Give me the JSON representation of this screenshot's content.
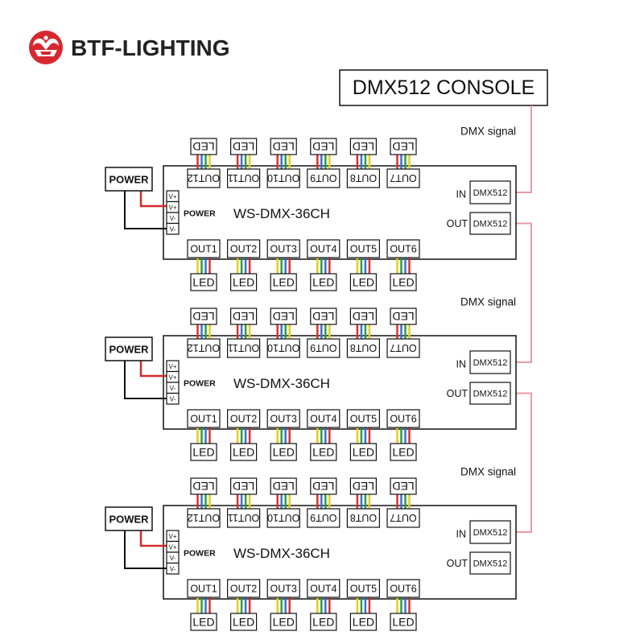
{
  "brand": {
    "name": "BTF-LIGHTING"
  },
  "console": {
    "label": "DMX512 CONSOLE"
  },
  "signal_labels": [
    "DMX signal",
    "DMX signal",
    "DMX signal"
  ],
  "colors": {
    "brand_red": "#d7282f",
    "dmx_line": "#e89ba4",
    "positive_wire": "#d42a2a",
    "negative_wire": "#111111",
    "wire_colors": [
      "#e3cf1c",
      "#2f9c48",
      "#3a72cf",
      "#d8322c"
    ]
  },
  "units": [
    {
      "power_supply": "POWER",
      "terminal_label": "POWER",
      "terminals": [
        "V+",
        "V+",
        "V-",
        "V-"
      ],
      "model": "WS-DMX-36CH",
      "in_label": "IN",
      "in_port": "DMX512",
      "out_label": "OUT",
      "out_port": "DMX512",
      "top_outputs": [
        "OUT12",
        "OUT11",
        "OUT10",
        "OUT9",
        "OUT8",
        "OUT7"
      ],
      "bottom_outputs": [
        "OUT1",
        "OUT2",
        "OUT3",
        "OUT4",
        "OUT5",
        "OUT6"
      ],
      "led_label": "LED"
    },
    {
      "power_supply": "POWER",
      "terminal_label": "POWER",
      "terminals": [
        "V+",
        "V+",
        "V-",
        "V-"
      ],
      "model": "WS-DMX-36CH",
      "in_label": "IN",
      "in_port": "DMX512",
      "out_label": "OUT",
      "out_port": "DMX512",
      "top_outputs": [
        "OUT12",
        "OUT11",
        "OUT10",
        "OUT9",
        "OUT8",
        "OUT7"
      ],
      "bottom_outputs": [
        "OUT1",
        "OUT2",
        "OUT3",
        "OUT4",
        "OUT5",
        "OUT6"
      ],
      "led_label": "LED"
    },
    {
      "power_supply": "POWER",
      "terminal_label": "POWER",
      "terminals": [
        "V+",
        "V+",
        "V-",
        "V-"
      ],
      "model": "WS-DMX-36CH",
      "in_label": "IN",
      "in_port": "DMX512",
      "out_label": "OUT",
      "out_port": "DMX512",
      "top_outputs": [
        "OUT12",
        "OUT11",
        "OUT10",
        "OUT9",
        "OUT8",
        "OUT7"
      ],
      "bottom_outputs": [
        "OUT1",
        "OUT2",
        "OUT3",
        "OUT4",
        "OUT5",
        "OUT6"
      ],
      "led_label": "LED"
    }
  ]
}
